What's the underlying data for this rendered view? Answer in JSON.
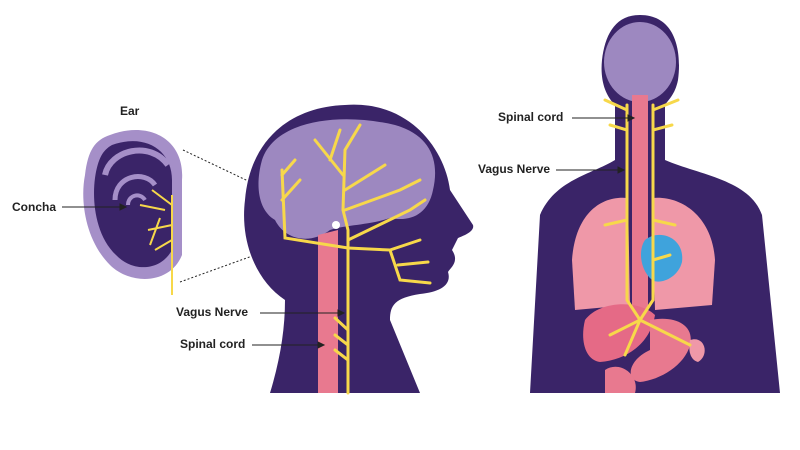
{
  "labels": {
    "ear": "Ear",
    "concha": "Concha",
    "head_vagus": "Vagus Nerve",
    "head_spinal": "Spinal cord",
    "body_spinal": "Spinal cord",
    "body_vagus": "Vagus Nerve"
  },
  "colors": {
    "body": "#3a2468",
    "brain": "#9d88c0",
    "nerve": "#f7d84a",
    "spine": "#e8798f",
    "lung": "#ef98a8",
    "heart": "#3fa3dc"
  }
}
